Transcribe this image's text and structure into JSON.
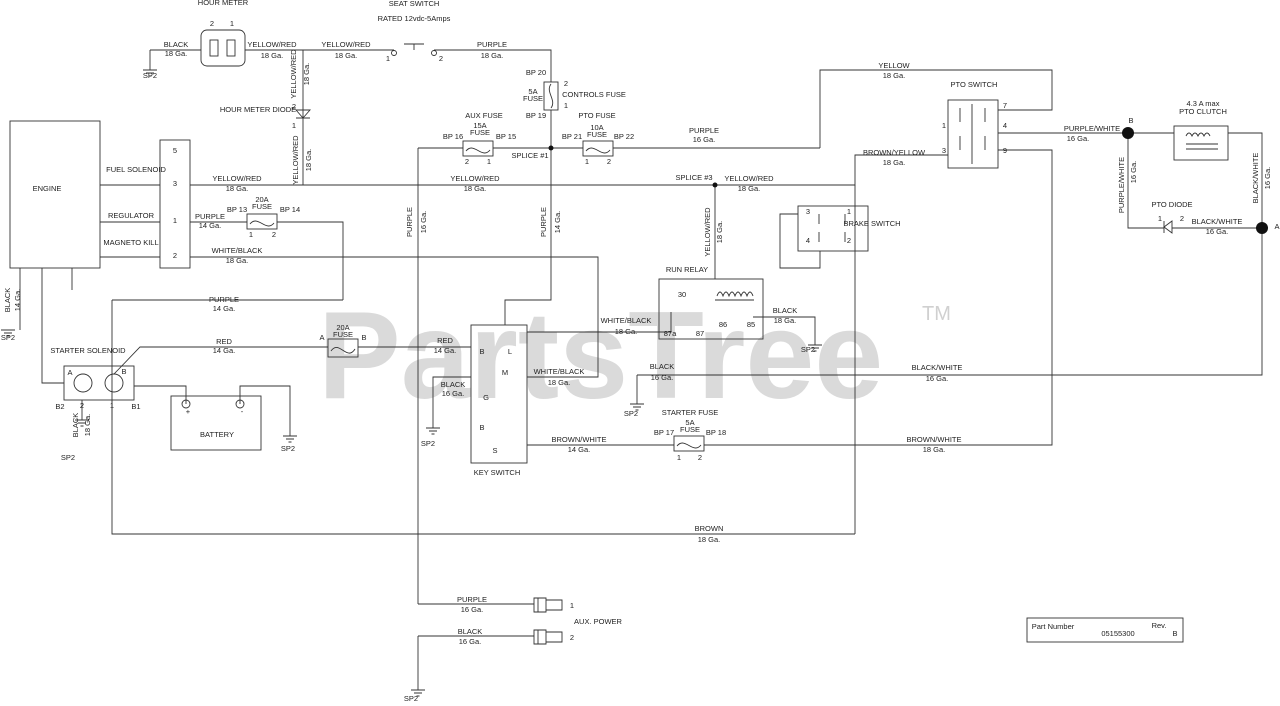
{
  "watermark": {
    "text": "PartsTree",
    "tm": "TM"
  },
  "part_number": {
    "label": "Part Number",
    "value": "05155300",
    "rev_label": "Rev.",
    "rev": "B"
  },
  "components": {
    "engine": "ENGINE",
    "hour_meter": "HOUR METER",
    "hour_meter_diode": "HOUR METER DIODE",
    "seat_switch": "SEAT SWITCH",
    "seat_switch_rating": "RATED 12vdc-5Amps",
    "controls_fuse": "CONTROLS FUSE",
    "aux_fuse": "AUX FUSE",
    "pto_fuse": "PTO FUSE",
    "pto_switch": "PTO SWITCH",
    "pto_clutch": "PTO CLUTCH",
    "pto_clutch_rating": "4.3 A max",
    "pto_diode": "PTO DIODE",
    "brake_switch": "BRAKE SWITCH",
    "run_relay": "RUN RELAY",
    "key_switch": "KEY SWITCH",
    "starter_fuse": "STARTER FUSE",
    "starter_solenoid": "STARTER SOLENOID",
    "battery": "BATTERY",
    "aux_power": "AUX. POWER",
    "fuel_solenoid": "FUEL SOLENOID",
    "regulator": "REGULATOR",
    "magneto_kill": "MAGNETO KILL",
    "splice1": "SPLICE #1",
    "splice3": "SPLICE #3"
  },
  "labels": {
    "black": "BLACK",
    "yellow_red": "YELLOW/RED",
    "purple": "PURPLE",
    "yellow": "YELLOW",
    "purple_white": "PURPLE/WHITE",
    "black_white": "BLACK/WHITE",
    "brown_yellow": "BROWN/YELLOW",
    "white_black": "WHITE/BLACK",
    "red": "RED",
    "brown_white": "BROWN/WHITE",
    "brown": "BROWN",
    "ga18": "18 Ga.",
    "ga16": "16 Ga.",
    "ga14": "14 Ga.",
    "sp2": "SP2",
    "fuse": "FUSE",
    "f5a": "5A",
    "f10a": "10A",
    "f15a": "15A",
    "f20a": "20A",
    "bp13": "BP 13",
    "bp14": "BP 14",
    "bp15": "BP 15",
    "bp16": "BP 16",
    "bp17": "BP 17",
    "bp18": "BP 18",
    "bp19": "BP 19",
    "bp20": "BP 20",
    "bp21": "BP 21",
    "bp22": "BP 22",
    "n1": "1",
    "n2": "2",
    "n3": "3",
    "n4": "4",
    "n5": "5",
    "n7": "7",
    "n9": "9",
    "n30": "30",
    "n85": "85",
    "n86": "86",
    "n87": "87",
    "n87a": "87a",
    "A": "A",
    "B": "B",
    "B1": "B1",
    "B2": "B2",
    "kB": "B",
    "kL": "L",
    "kM": "M",
    "kG": "G",
    "kS": "S",
    "plus": "+",
    "minus": "-"
  }
}
